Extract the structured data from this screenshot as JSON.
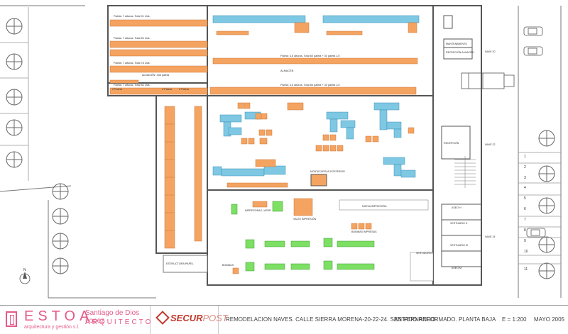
{
  "plan": {
    "labels": {
      "rack_a": "Paleta: 7 alturas. Total 91 Uds.",
      "rack_b": "Paleta: 7 alturas. Total 60 Uds.",
      "rack_c": "Paleta: 7 alturas. Total 78 Uds.",
      "almacen_left": "ALMACÉN: 336 paleta",
      "rack_d": "Paleta: 7 alturas. Total 84 Uds.",
      "paleta_2a": "2 Paleta",
      "paleta_2b": "2 Paleta",
      "paleta_2c": "2 Paleta",
      "rack_upper": "Paleta: 3,5 alturas. Total 60 paleta + 30 paleta 1/2",
      "almacen_upper": "ALMACÉN",
      "rack_lower": "Paleta: 3,5 alturas. Total 84 paleta + 30 paleta 1/2",
      "mantenimiento": "MANTENIMIENTO",
      "recepcion_almacen": "RECEPCIÓN ALMACÉN",
      "nave20": "NAVE 20",
      "nave22": "NAVE 22",
      "nave24": "NAVE 24",
      "recepcion": "RECEPCIÓN",
      "montacargas": "MONTACARGAS POSTERIOR",
      "impresoras_laser": "IMPRESORAS LÁSER",
      "nueva_impresora": "NUEVA IMPRESORA",
      "vacio_impresion": "VACÍO IMPRESIÓN",
      "bobinas": "BOBINAS IMPRESAS",
      "bobinas_left": "BOBINAS",
      "estructura_papel": "ESTRUCTURA PAPEL",
      "servidores": "SERVIDORES",
      "aseo_h": "ASEO H",
      "vestuario_h": "VESTUARIO H",
      "vestuario_m": "VESTUARIO M",
      "aseo_m": "ASEO M",
      "north": "N",
      "parking_numbers": [
        "1",
        "2",
        "3",
        "4",
        "5",
        "6",
        "7",
        "8",
        "9",
        "10",
        "11"
      ]
    }
  },
  "title_block": {
    "firm": "ESTOA",
    "firm_sub": "arquitectura y gestión s.l.",
    "architect": "Santiago de Dios Lopez",
    "architect_role": "ARQUITECTO",
    "client_a": "SECUR",
    "client_b": "POST",
    "project": "REMODELACION NAVES. CALLE SIERRA MORENA-20-22-24. SAN FERNANDO.",
    "state": "ESTADO REFORMADO. PLANTA BAJA",
    "scale": "E = 1:200",
    "date": "MAYO   2005"
  },
  "colors": {
    "pallet": "#f4a460",
    "pallet_stroke": "#c9773a",
    "workstation": "#7ec8e3",
    "workstation_stroke": "#3b8fb5",
    "machine": "#7ddf64",
    "machine_stroke": "#3a9a2a",
    "wall": "#555555",
    "tree": "#666666",
    "brand_pink": "#e45a8a",
    "brand_red": "#c0392b"
  }
}
